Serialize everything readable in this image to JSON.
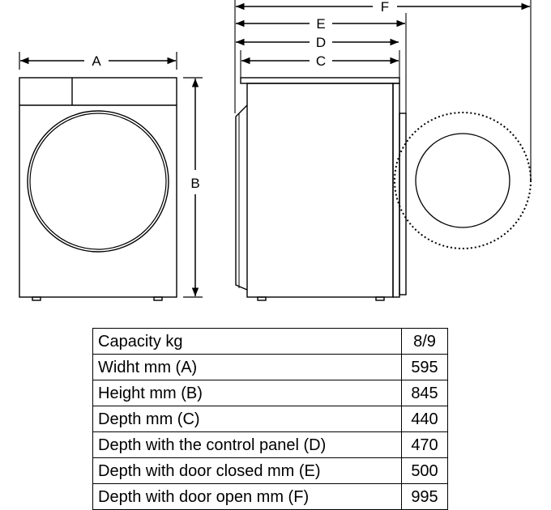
{
  "dimension_labels": {
    "width": "A",
    "height": "B",
    "depth": "C",
    "depth_panel": "D",
    "depth_door_closed": "E",
    "depth_door_open": "F"
  },
  "spec_table": [
    {
      "label": "Capacity kg",
      "value": "8/9"
    },
    {
      "label": "Widht mm (A)",
      "value": "595"
    },
    {
      "label": "Height mm (B)",
      "value": "845"
    },
    {
      "label": "Depth mm (C)",
      "value": "440"
    },
    {
      "label": "Depth with the control panel (D)",
      "value": "470"
    },
    {
      "label": "Depth with door closed mm (E)",
      "value": "500"
    },
    {
      "label": "Depth with door open mm (F)",
      "value": "995"
    }
  ]
}
